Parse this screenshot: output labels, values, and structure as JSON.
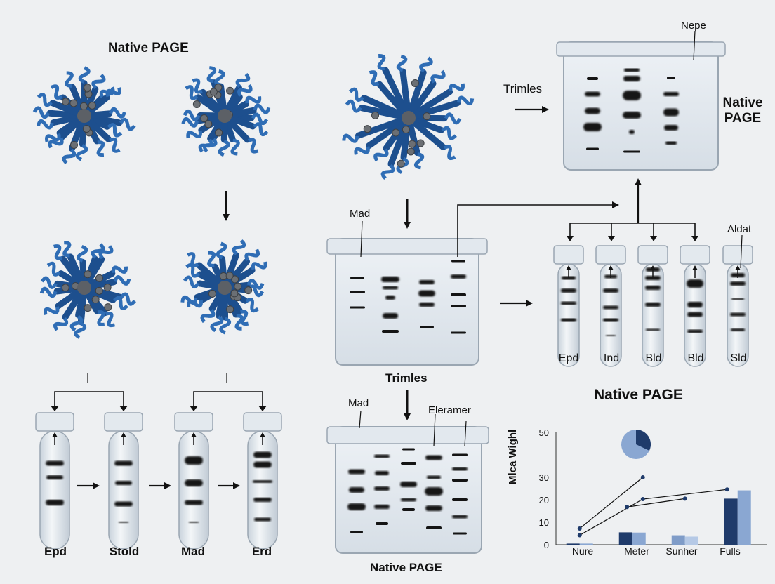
{
  "titles": {
    "native_page_top": "Native PAGE",
    "native_page_right": "Native\nPAGE",
    "native_page_chart": "Native PAGE",
    "native_page_bottom": "Native PAGE"
  },
  "labels": {
    "nepe": "Nepe",
    "trimles_top": "Trimles",
    "trimles_mid": "Trimles",
    "mad_gel": "Mad",
    "mad_bottom_gel": "Mad",
    "eleramer": "Eleramer",
    "aldat": "Aldat"
  },
  "left_tubes": [
    "Epd",
    "Stold",
    "Mad",
    "Erd"
  ],
  "right_tubes": [
    "Epd",
    "Ind",
    "Bld",
    "Bld",
    "Sld"
  ],
  "colors": {
    "protein": "#2f6db5",
    "protein_dark": "#1d4f8e",
    "bar_dark": "#1f3b6b",
    "bar_light": "#8aa7d2",
    "band": "#141414"
  },
  "chart_data": {
    "type": "bar",
    "title": "Native PAGE",
    "ylabel": "Mlca Wighl",
    "categories": [
      "Nure",
      "Meter",
      "Sunher",
      "Fulls"
    ],
    "series": [
      {
        "values": [
          0.5,
          5.5,
          4.2,
          20.5
        ]
      },
      {
        "values": [
          0.5,
          5.4,
          3.6,
          24.2
        ]
      }
    ],
    "yticks": [
      0,
      10,
      20,
      30,
      50
    ],
    "ylim": [
      0,
      50
    ],
    "overlay_lines": [
      [
        [
          0.3,
          7.2
        ],
        [
          1.5,
          30
        ]
      ],
      [
        [
          0.3,
          4.2
        ],
        [
          1.5,
          20.3
        ],
        [
          3.1,
          24.6
        ]
      ],
      [
        [
          1.2,
          16.8
        ],
        [
          2.3,
          20.5
        ]
      ]
    ],
    "pie": [
      0.32,
      0.68
    ]
  }
}
